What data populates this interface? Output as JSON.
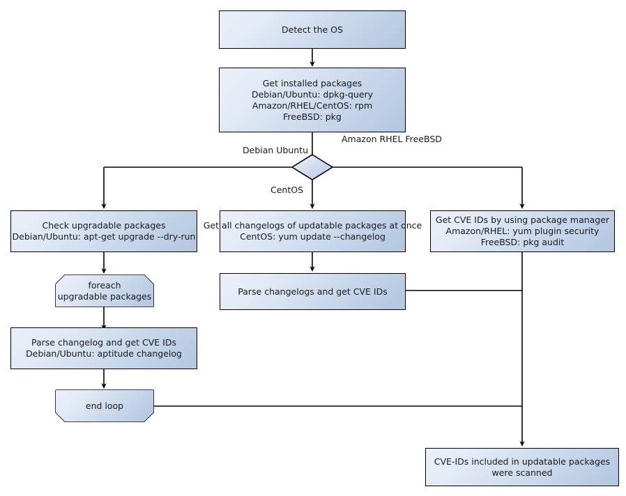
{
  "diagram": {
    "title": "OS package CVE scanning flow",
    "colors": {
      "node_fill_light": "#eaf0f9",
      "node_fill_dark": "#b3c6e0",
      "stroke": "#000000",
      "text": "#1a1a1a",
      "background": "#ffffff"
    },
    "nodes": {
      "detect_os": {
        "lines": [
          "Detect the OS"
        ]
      },
      "get_installed_packages": {
        "lines": [
          "Get installed packages",
          "Debian/Ubuntu: dpkg-query",
          "Amazon/RHEL/CentOS: rpm",
          "FreeBSD: pkg"
        ]
      },
      "decision": {
        "shape": "diamond",
        "label": ""
      },
      "check_upgradable": {
        "lines": [
          "Check upgradable packages",
          "Debian/Ubuntu: apt-get upgrade --dry-run"
        ]
      },
      "foreach_loop": {
        "lines": [
          "foreach",
          "upgradable  packages"
        ]
      },
      "parse_changelog_single": {
        "lines": [
          "Parse changelog and get  CVE IDs",
          "Debian/Ubuntu: aptitude changelog"
        ]
      },
      "end_loop": {
        "lines": [
          "end loop"
        ]
      },
      "get_all_changelogs": {
        "lines": [
          "Get all changelogs of updatable packages at once",
          "CentOS: yum update --changelog"
        ]
      },
      "parse_changelogs_multi": {
        "lines": [
          "Parse changelogs and get CVE IDs"
        ]
      },
      "get_cve_pkg_manager": {
        "lines": [
          "Get CVE IDs by using package manager",
          "Amazon/RHEL: yum plugin security",
          "FreeBSD: pkg audit"
        ]
      },
      "scanned_result": {
        "lines": [
          "CVE-IDs included in updatable packages",
          "were scanned"
        ]
      }
    },
    "edge_labels": {
      "debian_ubuntu": [
        "Debian",
        "Ubuntu"
      ],
      "amazon_rhel_freebsd": [
        "Amazon",
        "RHEL",
        "FreeBSD"
      ],
      "centos": [
        "CentOS"
      ]
    }
  }
}
